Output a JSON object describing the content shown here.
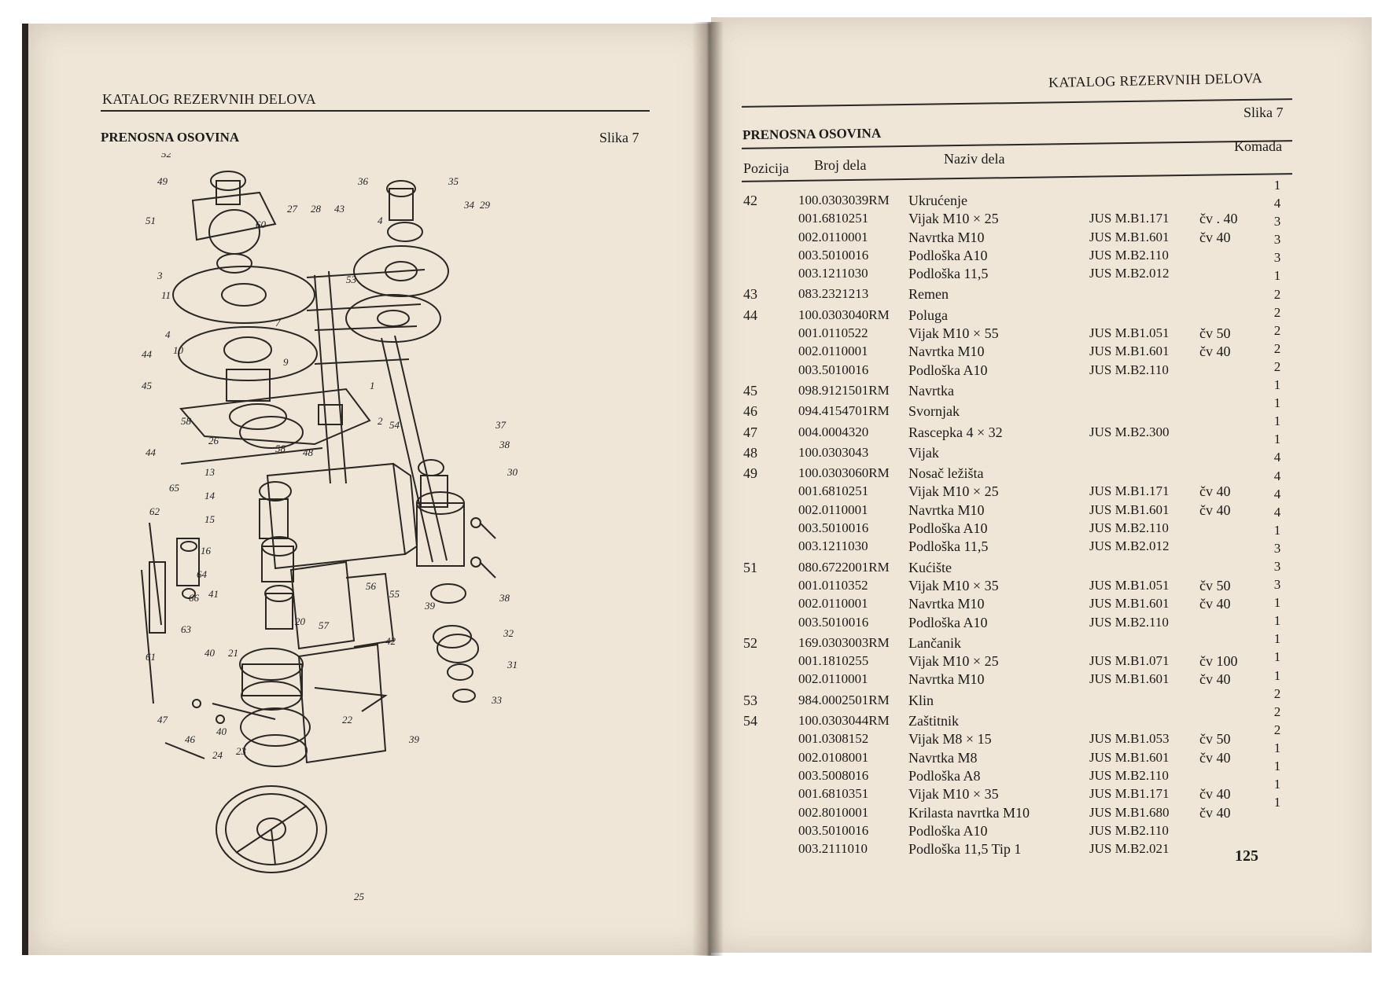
{
  "left_page": {
    "header": "KATALOG REZERVNIH DELOVA",
    "section_title": "PRENOSNA OSOVINA",
    "figure_label": "Slika 7",
    "callouts": [
      "52",
      "49",
      "51",
      "60",
      "27",
      "28",
      "43",
      "36",
      "35",
      "34",
      "4",
      "3",
      "11",
      "53",
      "7",
      "29",
      "4",
      "10",
      "9",
      "44",
      "45",
      "1",
      "2",
      "44",
      "58",
      "26",
      "13",
      "14",
      "15",
      "16",
      "62",
      "65",
      "64",
      "66",
      "63",
      "61",
      "41",
      "21",
      "40",
      "20",
      "57",
      "23",
      "22",
      "47",
      "46",
      "40",
      "24",
      "25",
      "39",
      "42",
      "56",
      "55",
      "54",
      "48",
      "58",
      "37",
      "38",
      "30",
      "39",
      "38",
      "32",
      "31",
      "33"
    ]
  },
  "right_page": {
    "header": "KATALOG REZERVNIH DELOVA",
    "figure_label": "Slika 7",
    "section_title": "PRENOSNA OSOVINA",
    "columns": {
      "pozicija": "Pozicija",
      "broj": "Broj dela",
      "naziv": "Naziv dela",
      "komada": "Komada"
    },
    "rows": [
      {
        "pos": "42",
        "num": "100.0303039RM",
        "name": "Ukrućenje",
        "std": "",
        "cv": ""
      },
      {
        "pos": "",
        "num": "001.6810251",
        "name": "Vijak M10 × 25",
        "std": "JUS M.B1.171",
        "cv": "čv . 40"
      },
      {
        "pos": "",
        "num": "002.0110001",
        "name": "Navrtka M10",
        "std": "JUS M.B1.601",
        "cv": "čv 40"
      },
      {
        "pos": "",
        "num": "003.5010016",
        "name": "Podloška A10",
        "std": "JUS M.B2.110",
        "cv": ""
      },
      {
        "pos": "",
        "num": "003.1211030",
        "name": "Podloška 11,5",
        "std": "JUS M.B2.012",
        "cv": ""
      },
      {
        "pos": "43",
        "num": "083.2321213",
        "name": "Remen",
        "std": "",
        "cv": ""
      },
      {
        "pos": "44",
        "num": "100.0303040RM",
        "name": "Poluga",
        "std": "",
        "cv": ""
      },
      {
        "pos": "",
        "num": "001.0110522",
        "name": "Vijak M10 × 55",
        "std": "JUS M.B1.051",
        "cv": "čv 50"
      },
      {
        "pos": "",
        "num": "002.0110001",
        "name": "Navrtka M10",
        "std": "JUS M.B1.601",
        "cv": "čv 40"
      },
      {
        "pos": "",
        "num": "003.5010016",
        "name": "Podloška A10",
        "std": "JUS M.B2.110",
        "cv": ""
      },
      {
        "pos": "45",
        "num": "098.9121501RM",
        "name": "Navrtka",
        "std": "",
        "cv": ""
      },
      {
        "pos": "46",
        "num": "094.4154701RM",
        "name": "Svornjak",
        "std": "",
        "cv": ""
      },
      {
        "pos": "47",
        "num": "004.0004320",
        "name": "Rascepka 4 × 32",
        "std": "JUS M.B2.300",
        "cv": ""
      },
      {
        "pos": "48",
        "num": "100.0303043",
        "name": "Vijak",
        "std": "",
        "cv": ""
      },
      {
        "pos": "49",
        "num": "100.0303060RM",
        "name": "Nosač ležišta",
        "std": "",
        "cv": ""
      },
      {
        "pos": "",
        "num": "001.6810251",
        "name": "Vijak M10 × 25",
        "std": "JUS M.B1.171",
        "cv": "čv 40"
      },
      {
        "pos": "",
        "num": "002.0110001",
        "name": "Navrtka M10",
        "std": "JUS M.B1.601",
        "cv": "čv 40"
      },
      {
        "pos": "",
        "num": "003.5010016",
        "name": "Podloška A10",
        "std": "JUS M.B2.110",
        "cv": ""
      },
      {
        "pos": "",
        "num": "003.1211030",
        "name": "Podloška 11,5",
        "std": "JUS M.B2.012",
        "cv": ""
      },
      {
        "pos": "51",
        "num": "080.6722001RM",
        "name": "Kućište",
        "std": "",
        "cv": ""
      },
      {
        "pos": "",
        "num": "001.0110352",
        "name": "Vijak M10 × 35",
        "std": "JUS M.B1.051",
        "cv": "čv 50"
      },
      {
        "pos": "",
        "num": "002.0110001",
        "name": "Navrtka M10",
        "std": "JUS M.B1.601",
        "cv": "čv 40"
      },
      {
        "pos": "",
        "num": "003.5010016",
        "name": "Podloška A10",
        "std": "JUS M.B2.110",
        "cv": ""
      },
      {
        "pos": "52",
        "num": "169.0303003RM",
        "name": "Lančanik",
        "std": "",
        "cv": ""
      },
      {
        "pos": "",
        "num": "001.1810255",
        "name": "Vijak M10 × 25",
        "std": "JUS M.B1.071",
        "cv": "čv 100"
      },
      {
        "pos": "",
        "num": "002.0110001",
        "name": "Navrtka M10",
        "std": "JUS M.B1.601",
        "cv": "čv 40"
      },
      {
        "pos": "53",
        "num": "984.0002501RM",
        "name": "Klin",
        "std": "",
        "cv": ""
      },
      {
        "pos": "54",
        "num": "100.0303044RM",
        "name": "Zaštitnik",
        "std": "",
        "cv": ""
      },
      {
        "pos": "",
        "num": "001.0308152",
        "name": "Vijak M8 × 15",
        "std": "JUS M.B1.053",
        "cv": "čv 50"
      },
      {
        "pos": "",
        "num": "002.0108001",
        "name": "Navrtka M8",
        "std": "JUS M.B1.601",
        "cv": "čv 40"
      },
      {
        "pos": "",
        "num": "003.5008016",
        "name": "Podloška A8",
        "std": "JUS M.B2.110",
        "cv": ""
      },
      {
        "pos": "",
        "num": "001.6810351",
        "name": "Vijak M10 × 35",
        "std": "JUS M.B1.171",
        "cv": "čv 40"
      },
      {
        "pos": "",
        "num": "002.8010001",
        "name": "Krilasta navrtka M10",
        "std": "JUS M.B1.680",
        "cv": "čv 40"
      },
      {
        "pos": "",
        "num": "003.5010016",
        "name": "Podloška A10",
        "std": "JUS M.B2.110",
        "cv": ""
      },
      {
        "pos": "",
        "num": "003.2111010",
        "name": "Podloška 11,5 Tip 1",
        "std": "JUS M.B2.021",
        "cv": ""
      }
    ],
    "quantities": [
      "1",
      "4",
      "3",
      "3",
      "3",
      "1",
      "2",
      "2",
      "2",
      "2",
      "2",
      "1",
      "1",
      "1",
      "1",
      "4",
      "4",
      "4",
      "4",
      "1",
      "3",
      "3",
      "3",
      "1",
      "1",
      "1",
      "1",
      "1",
      "2",
      "2",
      "2",
      "1",
      "1",
      "1",
      "1"
    ],
    "page_number": "125"
  }
}
